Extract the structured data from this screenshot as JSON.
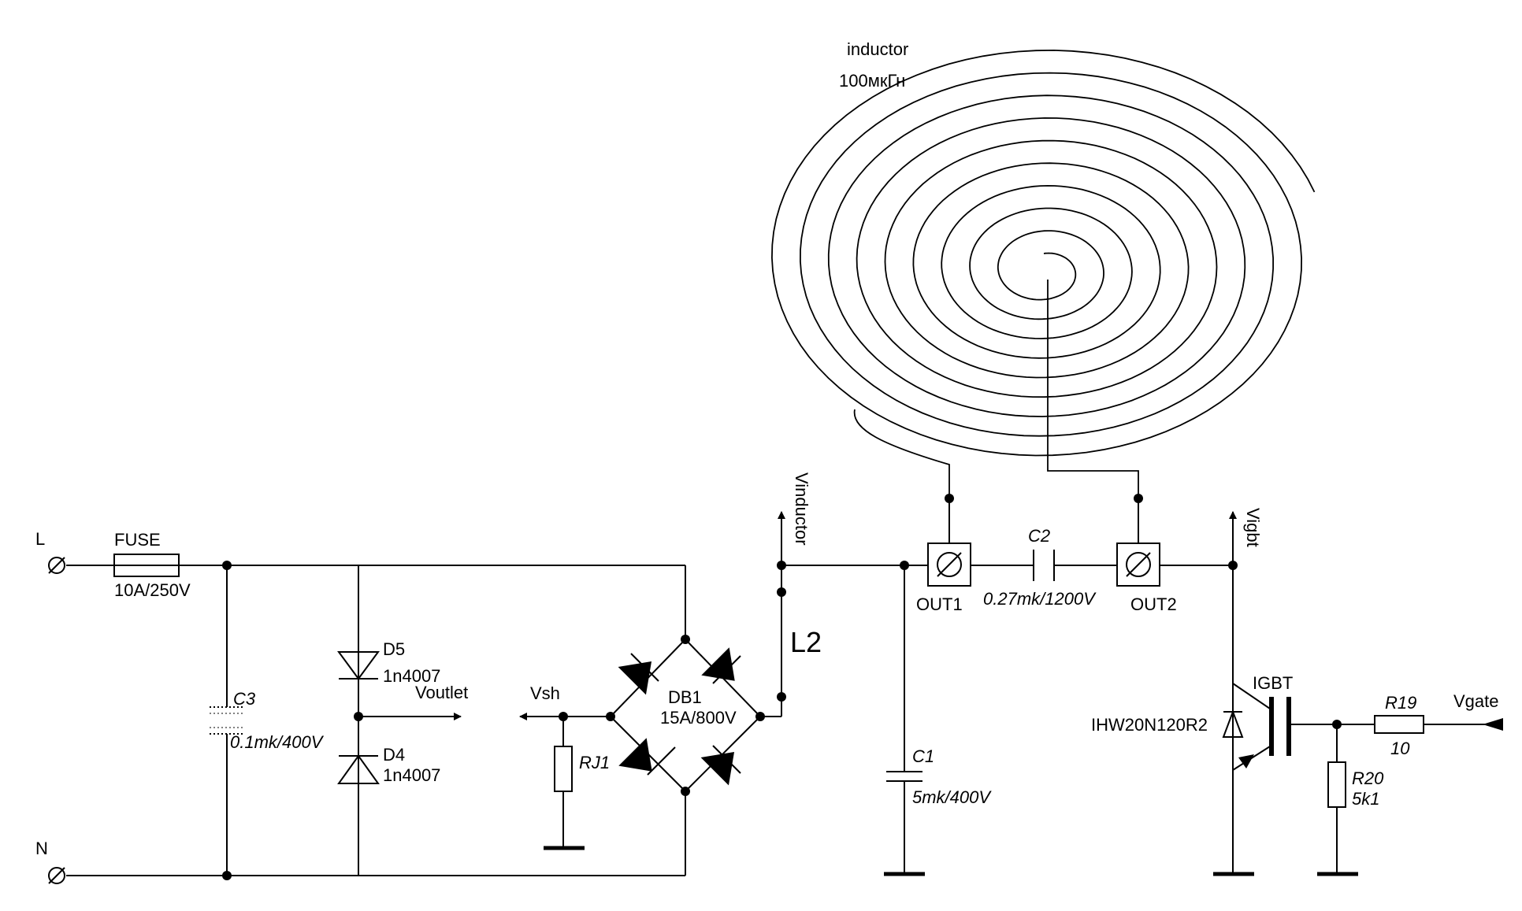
{
  "labels": {
    "inductor_name": "inductor",
    "inductor_value": "100мкГн",
    "terminal_l": "L",
    "terminal_n": "N",
    "fuse_name": "FUSE",
    "fuse_value": "10A/250V",
    "c3_name": "C3",
    "c3_value": "0.1mk/400V",
    "d5_name": "D5",
    "d5_value": "1n4007",
    "d4_name": "D4",
    "d4_value": "1n4007",
    "voutlet": "Voutlet",
    "vsh": "Vsh",
    "rj1_name": "RJ1",
    "db1_name": "DB1",
    "db1_value": "15A/800V",
    "l2_name": "L2",
    "vinductor": "Vinductor",
    "c1_name": "C1",
    "c1_value": "5mk/400V",
    "out1": "OUT1",
    "out2": "OUT2",
    "c2_name": "C2",
    "c2_value": "0.27mk/1200V",
    "vigbt": "Vigbt",
    "igbt_name": "IGBT",
    "igbt_part": "IHW20N120R2",
    "r19_name": "R19",
    "r19_value": "10",
    "vgate": "Vgate",
    "r20_name": "R20",
    "r20_value": "5k1"
  }
}
